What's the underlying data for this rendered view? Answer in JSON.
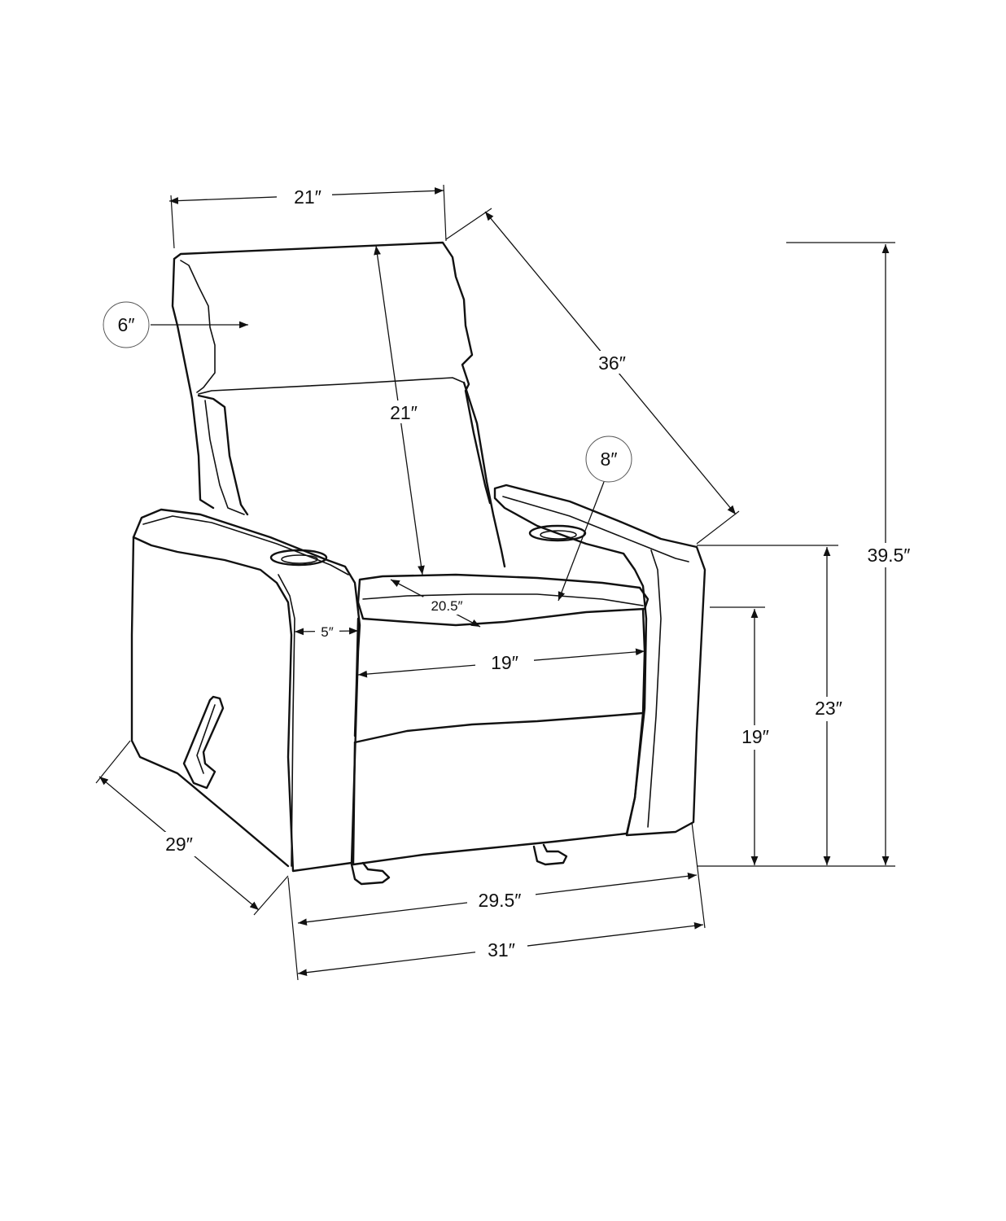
{
  "diagram": {
    "subject": "recliner-chair",
    "dimensions": {
      "back_width": "21″",
      "back_height": "21″",
      "back_depth": "6″",
      "back_diagonal": "36″",
      "seat_depth": "20.5″",
      "cushion_thickness": "8″",
      "arm_width": "5″",
      "seat_width": "19″",
      "seat_height": "19″",
      "arm_height": "23″",
      "overall_height": "39.5″",
      "overall_depth": "29″",
      "base_width": "29.5″",
      "overall_width": "31″"
    },
    "colors": {
      "line": "#111111",
      "background": "#ffffff",
      "bubble_stroke": "#555555"
    }
  }
}
